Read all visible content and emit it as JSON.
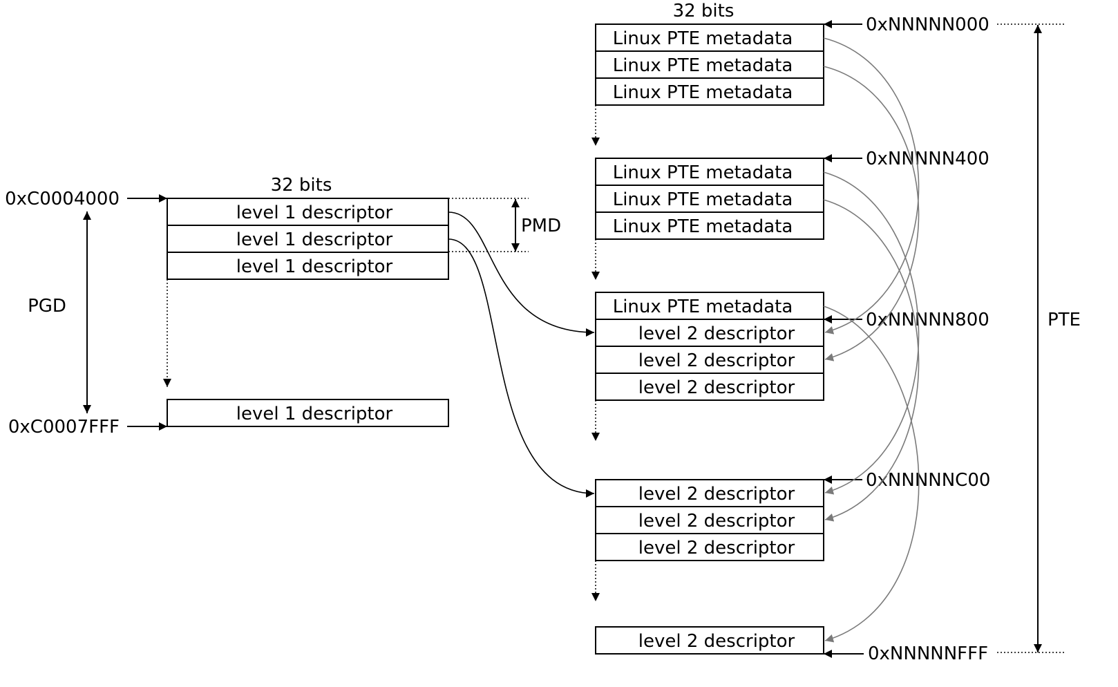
{
  "colors": {
    "line": "#000000",
    "pte_link": "#7a7a7a",
    "background": "#ffffff"
  },
  "pgd": {
    "width_label": "32 bits",
    "start_address": "0xC0004000",
    "end_address": "0xC0007FFF",
    "range_label": "PGD",
    "pmd_label": "PMD",
    "entries": [
      "level 1 descriptor",
      "level 1 descriptor",
      "level 1 descriptor"
    ],
    "last_entry": "level 1 descriptor"
  },
  "pte": {
    "width_label": "32 bits",
    "range_label": "PTE",
    "addresses": [
      "0xNNNNN000",
      "0xNNNNN400",
      "0xNNNNN800",
      "0xNNNNNC00",
      "0xNNNNNFFF"
    ],
    "blocks": [
      [
        "Linux PTE metadata",
        "Linux PTE metadata",
        "Linux PTE metadata"
      ],
      [
        "Linux PTE metadata",
        "Linux PTE metadata",
        "Linux PTE metadata"
      ],
      [
        "Linux PTE metadata",
        "level 2 descriptor",
        "level 2 descriptor",
        "level 2 descriptor"
      ],
      [
        "level 2 descriptor",
        "level 2 descriptor",
        "level 2 descriptor"
      ],
      [
        "level 2 descriptor"
      ]
    ]
  }
}
